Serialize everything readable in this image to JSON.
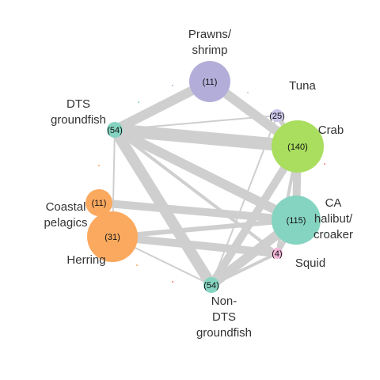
{
  "nodes": [
    {
      "id": "prawns",
      "label_lines": [
        "Prawns/",
        "shrimp"
      ],
      "count_text": "(11)",
      "color": "#b3aed9"
    },
    {
      "id": "tuna",
      "label_lines": [
        "Tuna"
      ],
      "count_text": "(25)",
      "color": "#c9c4e8"
    },
    {
      "id": "crab",
      "label_lines": [
        "Crab"
      ],
      "count_text": "(140)",
      "color": "#a9de5f"
    },
    {
      "id": "ca_halibut",
      "label_lines": [
        "CA",
        "halibut/",
        "croaker"
      ],
      "count_text": "(115)",
      "color": "#85d4c1"
    },
    {
      "id": "squid",
      "label_lines": [
        "Squid"
      ],
      "count_text": "(4)",
      "color": "#f2b6d9"
    },
    {
      "id": "non_dts",
      "label_lines": [
        "Non-",
        "DTS",
        "groundfish"
      ],
      "count_text": "(54)",
      "color": "#85d4c1"
    },
    {
      "id": "herring",
      "label_lines": [
        "Herring"
      ],
      "count_text": "(31)",
      "color": "#fba95f"
    },
    {
      "id": "coastal",
      "label_lines": [
        "Coastal",
        "pelagics"
      ],
      "count_text": "(11)",
      "color": "#fba95f"
    },
    {
      "id": "dts",
      "label_lines": [
        "DTS",
        "groundfish"
      ],
      "count_text": "(54)",
      "color": "#85d4c1"
    }
  ],
  "edges": [
    {
      "from": "dts",
      "to": "crab",
      "weight": 8
    },
    {
      "from": "dts",
      "to": "ca_halibut",
      "weight": 6
    },
    {
      "from": "dts",
      "to": "non_dts",
      "weight": 7
    },
    {
      "from": "dts",
      "to": "prawns",
      "weight": 6
    },
    {
      "from": "dts",
      "to": "tuna",
      "weight": 1
    },
    {
      "from": "dts",
      "to": "squid",
      "weight": 2
    },
    {
      "from": "dts",
      "to": "herring",
      "weight": 1
    },
    {
      "from": "prawns",
      "to": "crab",
      "weight": 6
    },
    {
      "from": "tuna",
      "to": "crab",
      "weight": 3
    },
    {
      "from": "crab",
      "to": "ca_halibut",
      "weight": 5
    },
    {
      "from": "crab",
      "to": "non_dts",
      "weight": 5
    },
    {
      "from": "crab",
      "to": "squid",
      "weight": 2
    },
    {
      "from": "ca_halibut",
      "to": "non_dts",
      "weight": 6
    },
    {
      "from": "ca_halibut",
      "to": "coastal",
      "weight": 5
    },
    {
      "from": "ca_halibut",
      "to": "herring",
      "weight": 3
    },
    {
      "from": "ca_halibut",
      "to": "squid",
      "weight": 3
    },
    {
      "from": "herring",
      "to": "squid",
      "weight": 5
    },
    {
      "from": "herring",
      "to": "non_dts",
      "weight": 1
    },
    {
      "from": "coastal",
      "to": "herring",
      "weight": 2
    },
    {
      "from": "non_dts",
      "to": "squid",
      "weight": 2
    },
    {
      "from": "tuna",
      "to": "non_dts",
      "weight": 1
    }
  ],
  "colors": {
    "edge": "#cfcfcf",
    "label": "#333333",
    "count": "#111111",
    "background": "#ffffff"
  }
}
